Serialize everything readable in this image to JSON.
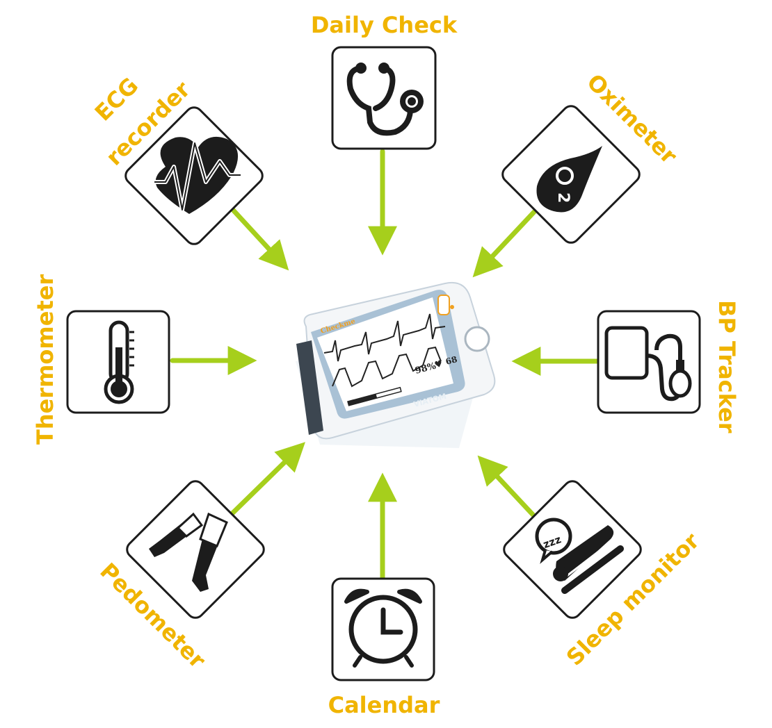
{
  "colors": {
    "label": "#f0b400",
    "arrow": "#a6cf1c",
    "icon": "#1c1c1c",
    "device_frame": "#9db6cc",
    "device_body": "#f4f6f8",
    "device_screen": "#ffffff",
    "device_accent": "#f0a020"
  },
  "features": {
    "daily_check": "Daily Check",
    "oximeter": "Oximeter",
    "ecg_line1": "ECG",
    "ecg_line2": "recorder",
    "thermometer": "Thermometer",
    "bp_tracker": "BP Tracker",
    "pedometer": "Pedometer",
    "calendar": "Calendar",
    "sleep_monitor": "Sleep monitor"
  },
  "device": {
    "brand": "Checkme",
    "maker": "VIATOM",
    "spo2": "98%",
    "heart_rate": "68"
  },
  "icons": {
    "daily_check": "stethoscope-icon",
    "oximeter": "o2-drop-icon",
    "ecg": "heart-ecg-icon",
    "thermometer": "thermometer-icon",
    "bp_tracker": "blood-pressure-cuff-icon",
    "pedometer": "legs-walking-icon",
    "calendar": "alarm-clock-icon",
    "sleep_monitor": "sleeping-person-icon"
  }
}
